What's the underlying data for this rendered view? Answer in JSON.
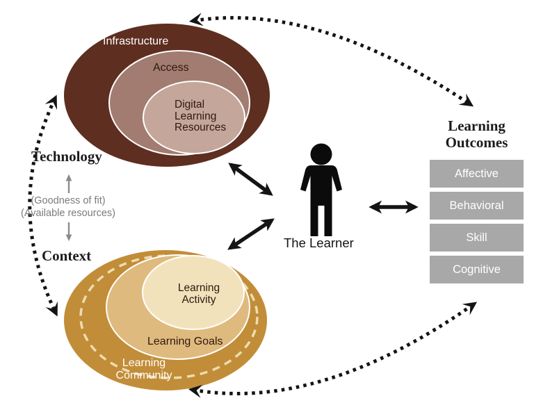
{
  "colors": {
    "brown_outer": "#5e2e21",
    "brown_mid": "#a27c70",
    "brown_inner": "#c4a69b",
    "gold_outer": "#c28d38",
    "gold_mid": "#dfba7e",
    "gold_inner": "#f2e2bc",
    "dashed_ring": "#eedcb0",
    "outcome_box": "#a8a8a8",
    "arrow_black": "#141414",
    "note_gray": "#7b7b7b"
  },
  "technology_cluster": {
    "section_label": "Technology",
    "outer_label": "Infrastructure",
    "middle_label": "Access",
    "inner_label": "Digital\nLearning\nResources"
  },
  "context_cluster": {
    "section_label": "Context",
    "outer_label": "Learning\nCommunity",
    "middle_label": "Learning Goals",
    "inner_label": "Learning\nActivity"
  },
  "fit_notes": {
    "text": "(Goodness of fit)\n(Available resources)"
  },
  "learner": {
    "label": "The Learner"
  },
  "outcomes": {
    "title": "Learning\nOutcomes",
    "items": [
      "Affective",
      "Behavioral",
      "Skill",
      "Cognitive"
    ]
  }
}
